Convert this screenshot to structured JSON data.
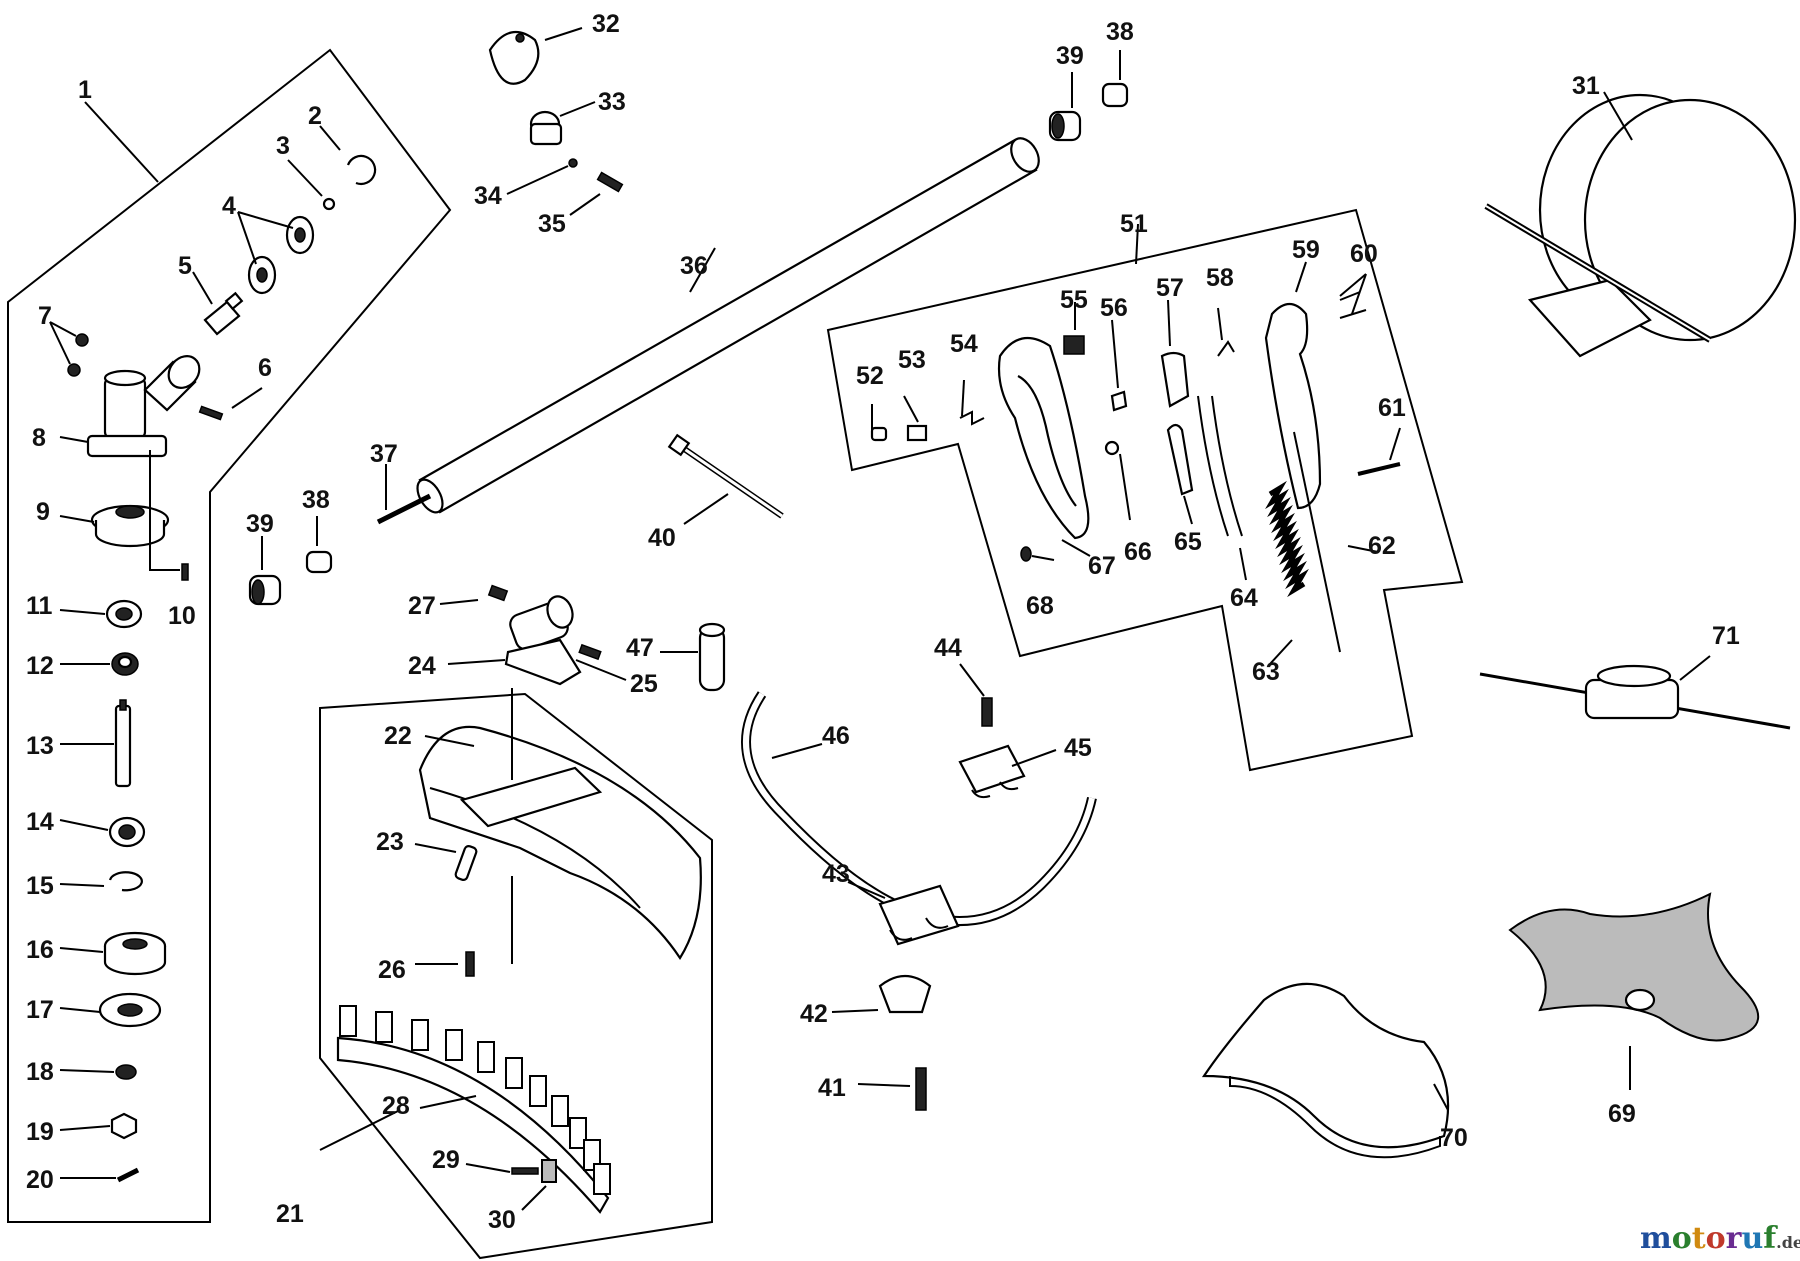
{
  "labels": [
    {
      "id": "1",
      "text": "1"
    },
    {
      "id": "2",
      "text": "2"
    },
    {
      "id": "3",
      "text": "3"
    },
    {
      "id": "4",
      "text": "4"
    },
    {
      "id": "5",
      "text": "5"
    },
    {
      "id": "6",
      "text": "6"
    },
    {
      "id": "7",
      "text": "7"
    },
    {
      "id": "8",
      "text": "8"
    },
    {
      "id": "9",
      "text": "9"
    },
    {
      "id": "10",
      "text": "10"
    },
    {
      "id": "11",
      "text": "11"
    },
    {
      "id": "12",
      "text": "12"
    },
    {
      "id": "13",
      "text": "13"
    },
    {
      "id": "14",
      "text": "14"
    },
    {
      "id": "15",
      "text": "15"
    },
    {
      "id": "16",
      "text": "16"
    },
    {
      "id": "17",
      "text": "17"
    },
    {
      "id": "18",
      "text": "18"
    },
    {
      "id": "19",
      "text": "19"
    },
    {
      "id": "20",
      "text": "20"
    },
    {
      "id": "21",
      "text": "21"
    },
    {
      "id": "22",
      "text": "22"
    },
    {
      "id": "23",
      "text": "23"
    },
    {
      "id": "24",
      "text": "24"
    },
    {
      "id": "25",
      "text": "25"
    },
    {
      "id": "26",
      "text": "26"
    },
    {
      "id": "27",
      "text": "27"
    },
    {
      "id": "28",
      "text": "28"
    },
    {
      "id": "29",
      "text": "29"
    },
    {
      "id": "30",
      "text": "30"
    },
    {
      "id": "31",
      "text": "31"
    },
    {
      "id": "32",
      "text": "32"
    },
    {
      "id": "33",
      "text": "33"
    },
    {
      "id": "34",
      "text": "34"
    },
    {
      "id": "35",
      "text": "35"
    },
    {
      "id": "36",
      "text": "36"
    },
    {
      "id": "37",
      "text": "37"
    },
    {
      "id": "38a",
      "text": "38"
    },
    {
      "id": "38b",
      "text": "38"
    },
    {
      "id": "39a",
      "text": "39"
    },
    {
      "id": "39b",
      "text": "39"
    },
    {
      "id": "40",
      "text": "40"
    },
    {
      "id": "41",
      "text": "41"
    },
    {
      "id": "42",
      "text": "42"
    },
    {
      "id": "43",
      "text": "43"
    },
    {
      "id": "44",
      "text": "44"
    },
    {
      "id": "45",
      "text": "45"
    },
    {
      "id": "46",
      "text": "46"
    },
    {
      "id": "47",
      "text": "47"
    },
    {
      "id": "51",
      "text": "51"
    },
    {
      "id": "52",
      "text": "52"
    },
    {
      "id": "53",
      "text": "53"
    },
    {
      "id": "54",
      "text": "54"
    },
    {
      "id": "55",
      "text": "55"
    },
    {
      "id": "56",
      "text": "56"
    },
    {
      "id": "57",
      "text": "57"
    },
    {
      "id": "58",
      "text": "58"
    },
    {
      "id": "59",
      "text": "59"
    },
    {
      "id": "60",
      "text": "60"
    },
    {
      "id": "61",
      "text": "61"
    },
    {
      "id": "62",
      "text": "62"
    },
    {
      "id": "63",
      "text": "63"
    },
    {
      "id": "64",
      "text": "64"
    },
    {
      "id": "65",
      "text": "65"
    },
    {
      "id": "66",
      "text": "66"
    },
    {
      "id": "67",
      "text": "67"
    },
    {
      "id": "68",
      "text": "68"
    },
    {
      "id": "69",
      "text": "69"
    },
    {
      "id": "70",
      "text": "70"
    },
    {
      "id": "71",
      "text": "71"
    }
  ],
  "watermark": {
    "letters": [
      "m",
      "o",
      "t",
      "o",
      "r",
      "u",
      "f"
    ],
    "suffix": ".de",
    "colors": [
      "#1f4e9c",
      "#2a7f2e",
      "#d08a10",
      "#c0392b",
      "#6a2c91",
      "#1f77b4",
      "#2a7f2e"
    ]
  }
}
